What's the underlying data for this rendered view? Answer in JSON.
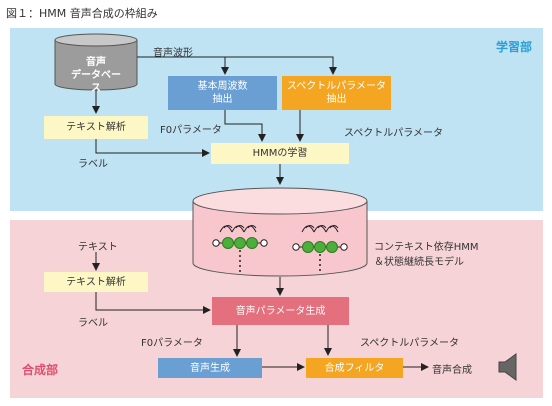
{
  "figure_title": "図１：HMM 音声合成の枠組み",
  "sections": {
    "learning": "学習部",
    "synthesis": "合成部"
  },
  "learning": {
    "database": "音声\nデータベース",
    "speech_waveform": "音声波形",
    "f0_extraction": "基本周波数\n抽出",
    "spectral_extraction": "スペクトルパラメータ\n抽出",
    "text_analysis": "テキスト解析",
    "f0_param": "F0パラメータ",
    "spectral_param": "スペクトルパラメータ",
    "label": "ラベル",
    "hmm_training": "HMMの学習"
  },
  "model": {
    "label": "コンテキスト依存HMM\n＆状態継続長モデル"
  },
  "synthesis": {
    "text": "テキスト",
    "text_analysis": "テキスト解析",
    "label": "ラベル",
    "param_generation": "音声パラメータ生成",
    "f0_param": "F0パラメータ",
    "spectral_param": "スペクトルパラメータ",
    "speech_generation": "音声生成",
    "synthesis_filter": "合成フィルタ",
    "speech_output": "音声合成"
  },
  "colors": {
    "learning_panel": "#bfe3f3",
    "synthesis_panel": "#f6d3d6",
    "learning_accent": "#2aa0d8",
    "synthesis_accent": "#e0506e",
    "blue_box": "#6a9fd4",
    "orange_box": "#f4a623",
    "pink_box": "#e46f7d",
    "yellow_box": "#fdf7c5",
    "state_green": "#4caf3a"
  }
}
